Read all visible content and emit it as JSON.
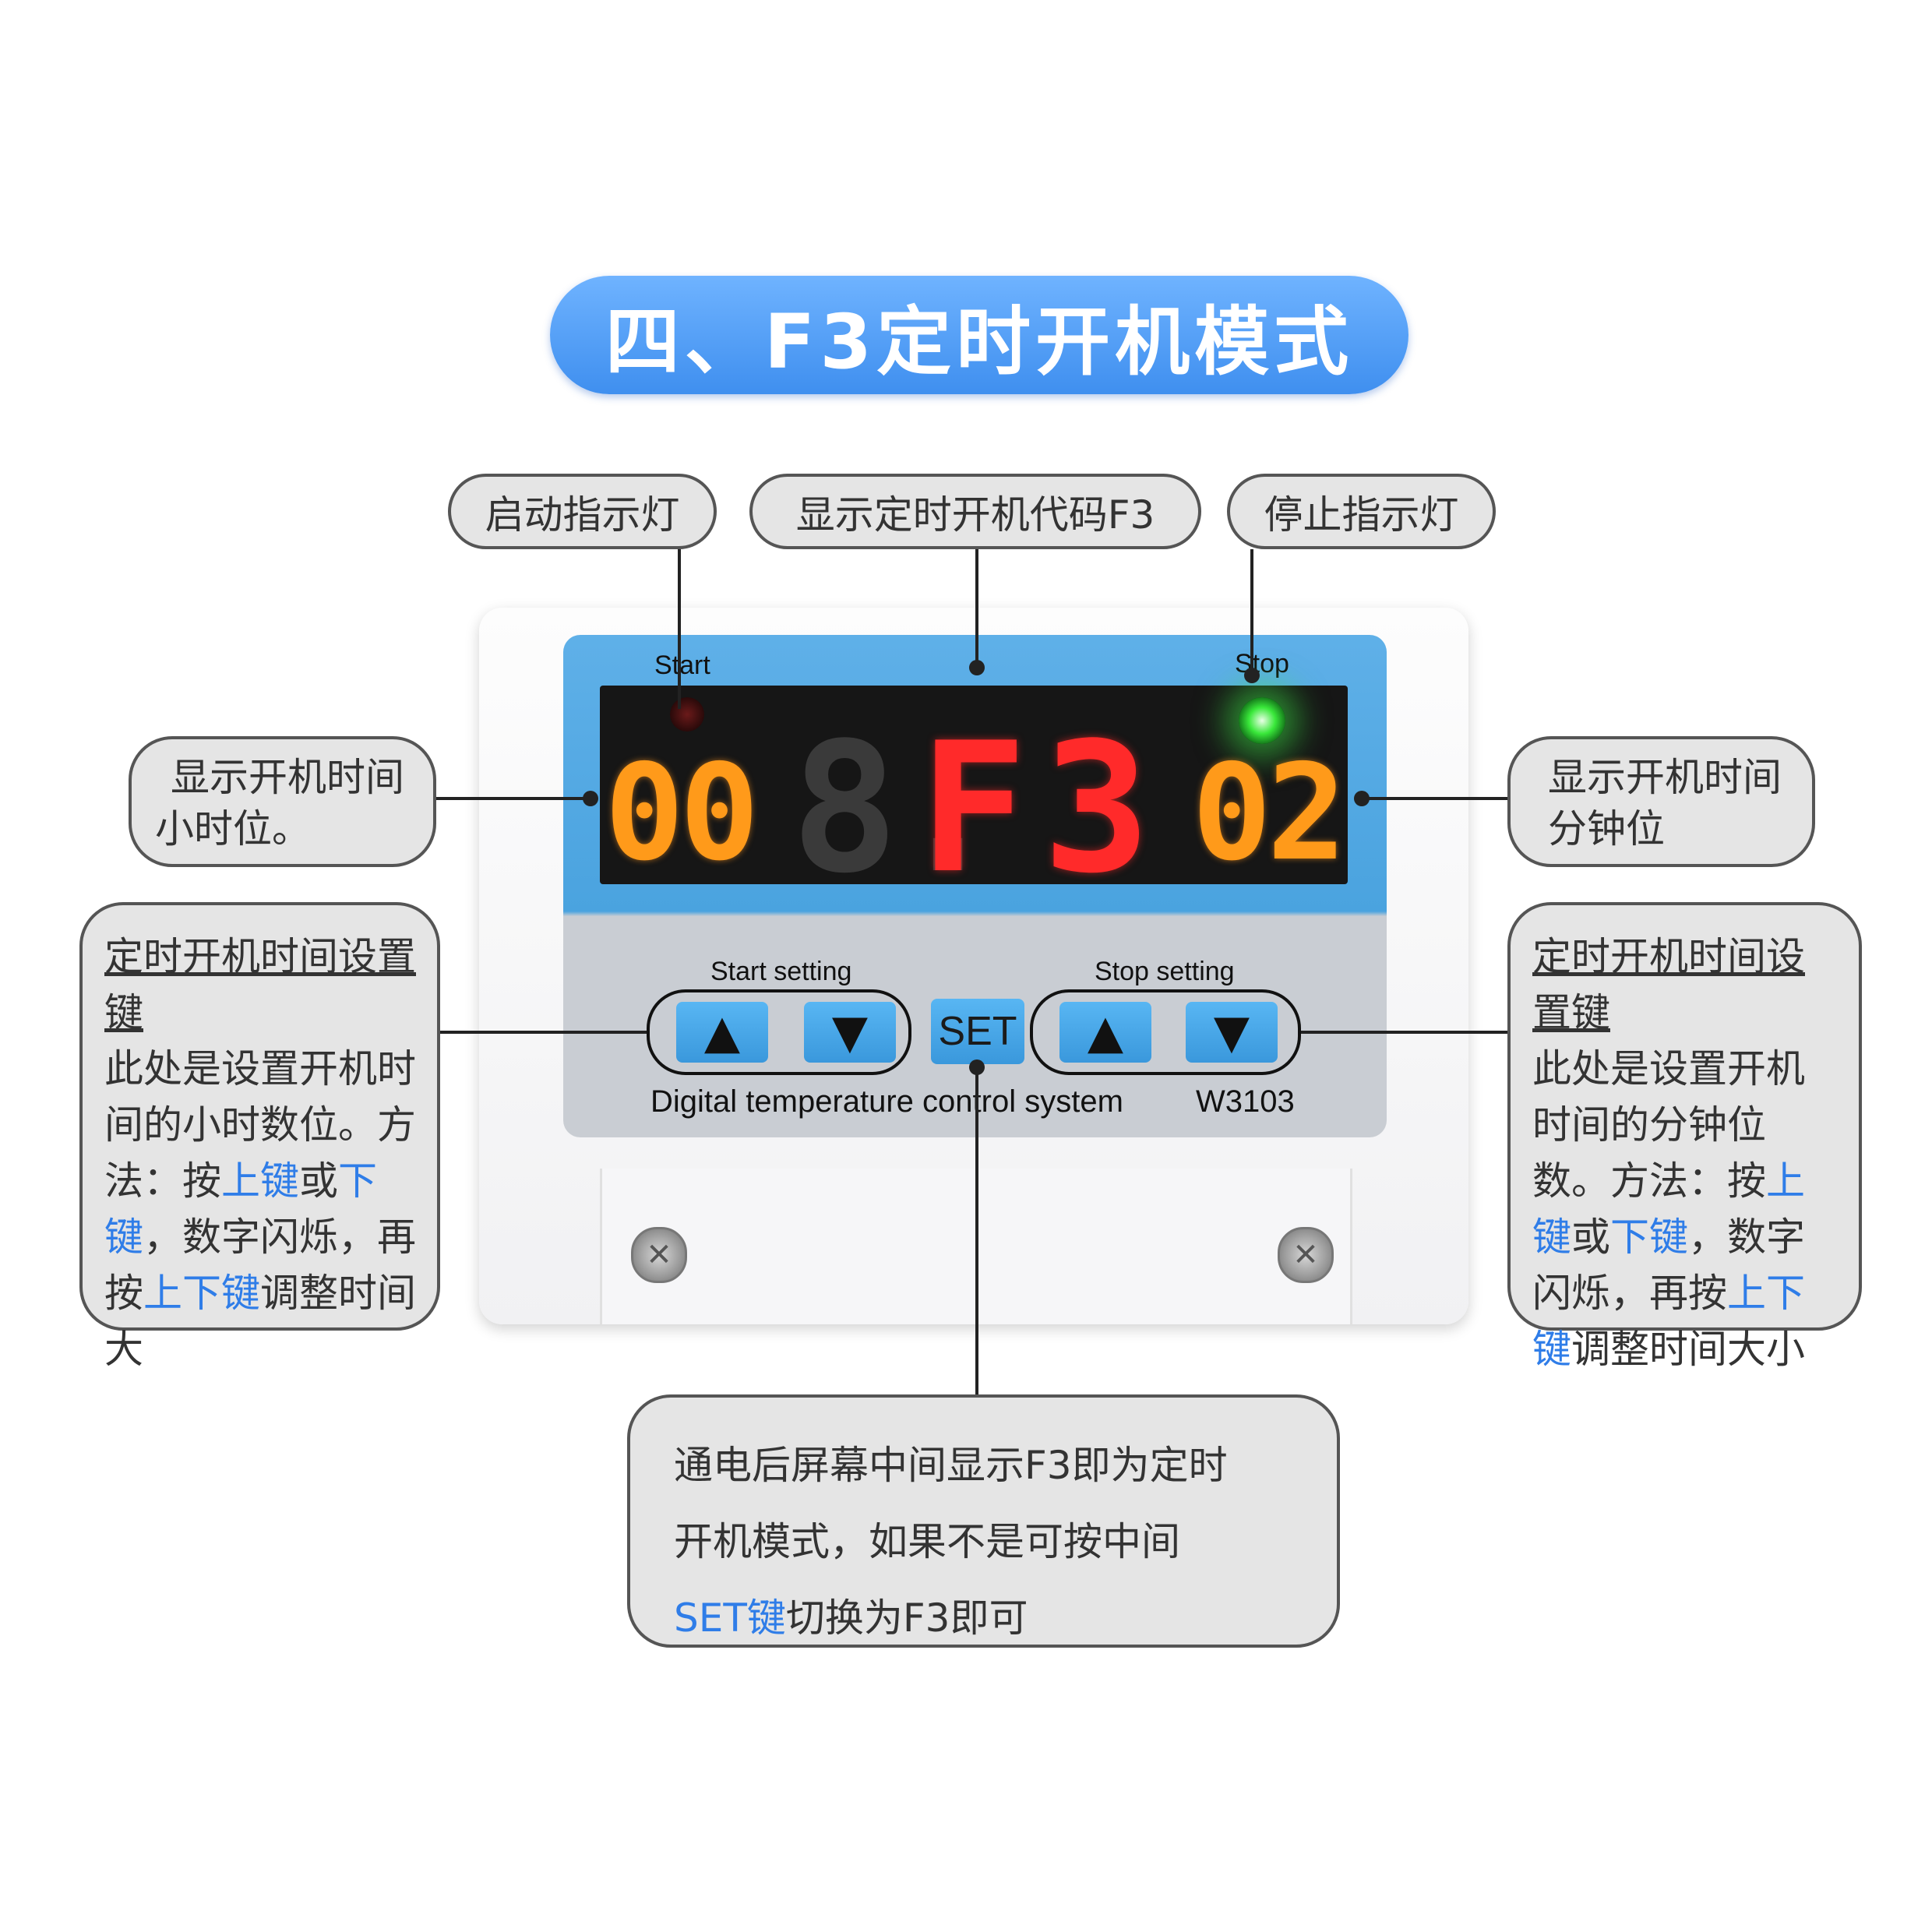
{
  "title": "四、F3定时开机模式",
  "callouts": {
    "start_indicator": "启动指示灯",
    "code_display": "显示定时开机代码F3",
    "stop_indicator": "停止指示灯",
    "hour_display": [
      "显示开机时间",
      "小时位。"
    ],
    "minute_display": [
      "显示开机时间",
      "分钟位"
    ],
    "left_setting": {
      "heading": "定时开机时间设置键",
      "body_1": "此处是设置开机时间的小时数位。方法：按",
      "up_key": "上键",
      "or": "或",
      "down_key": "下键",
      "body_2": "，数字闪烁，再按",
      "updown_key": "上下键",
      "body_3": "调整时间大"
    },
    "right_setting": {
      "heading": "定时开机时间设置键",
      "body_1": "此处是设置开机时间的分钟位数。方法：按",
      "up_key": "上键",
      "or": "或",
      "down_key": "下键",
      "body_2": "，数字闪烁，再按",
      "up2": "上",
      "down2": "下键",
      "body_3": "调整时间大小"
    },
    "bottom_note": {
      "line_1": "通电后屏幕中间显示F3即为定时",
      "line_2": "开机模式，如果不是可按中间",
      "set_key": "SET键",
      "line_3": "切换为F3即可"
    }
  },
  "device": {
    "start_label": "Start",
    "stop_label": "Stop",
    "hour_digits": "00",
    "ghost_digit": "8.",
    "code_digits": "F3",
    "minute_digits": "02",
    "start_setting_label": "Start setting",
    "stop_setting_label": "Stop setting",
    "set_label": "SET",
    "footer_text": "Digital temperature control system",
    "model": "W3103",
    "up_arrow": "▲",
    "down_arrow": "▼",
    "screw_glyph": "✕"
  },
  "colors": {
    "banner": "#3f8fef",
    "highlight_blue": "#2f7de8",
    "led_red": "#ff2a2a",
    "led_orange": "#ff9a1a",
    "stop_led_green": "#39e83a"
  }
}
